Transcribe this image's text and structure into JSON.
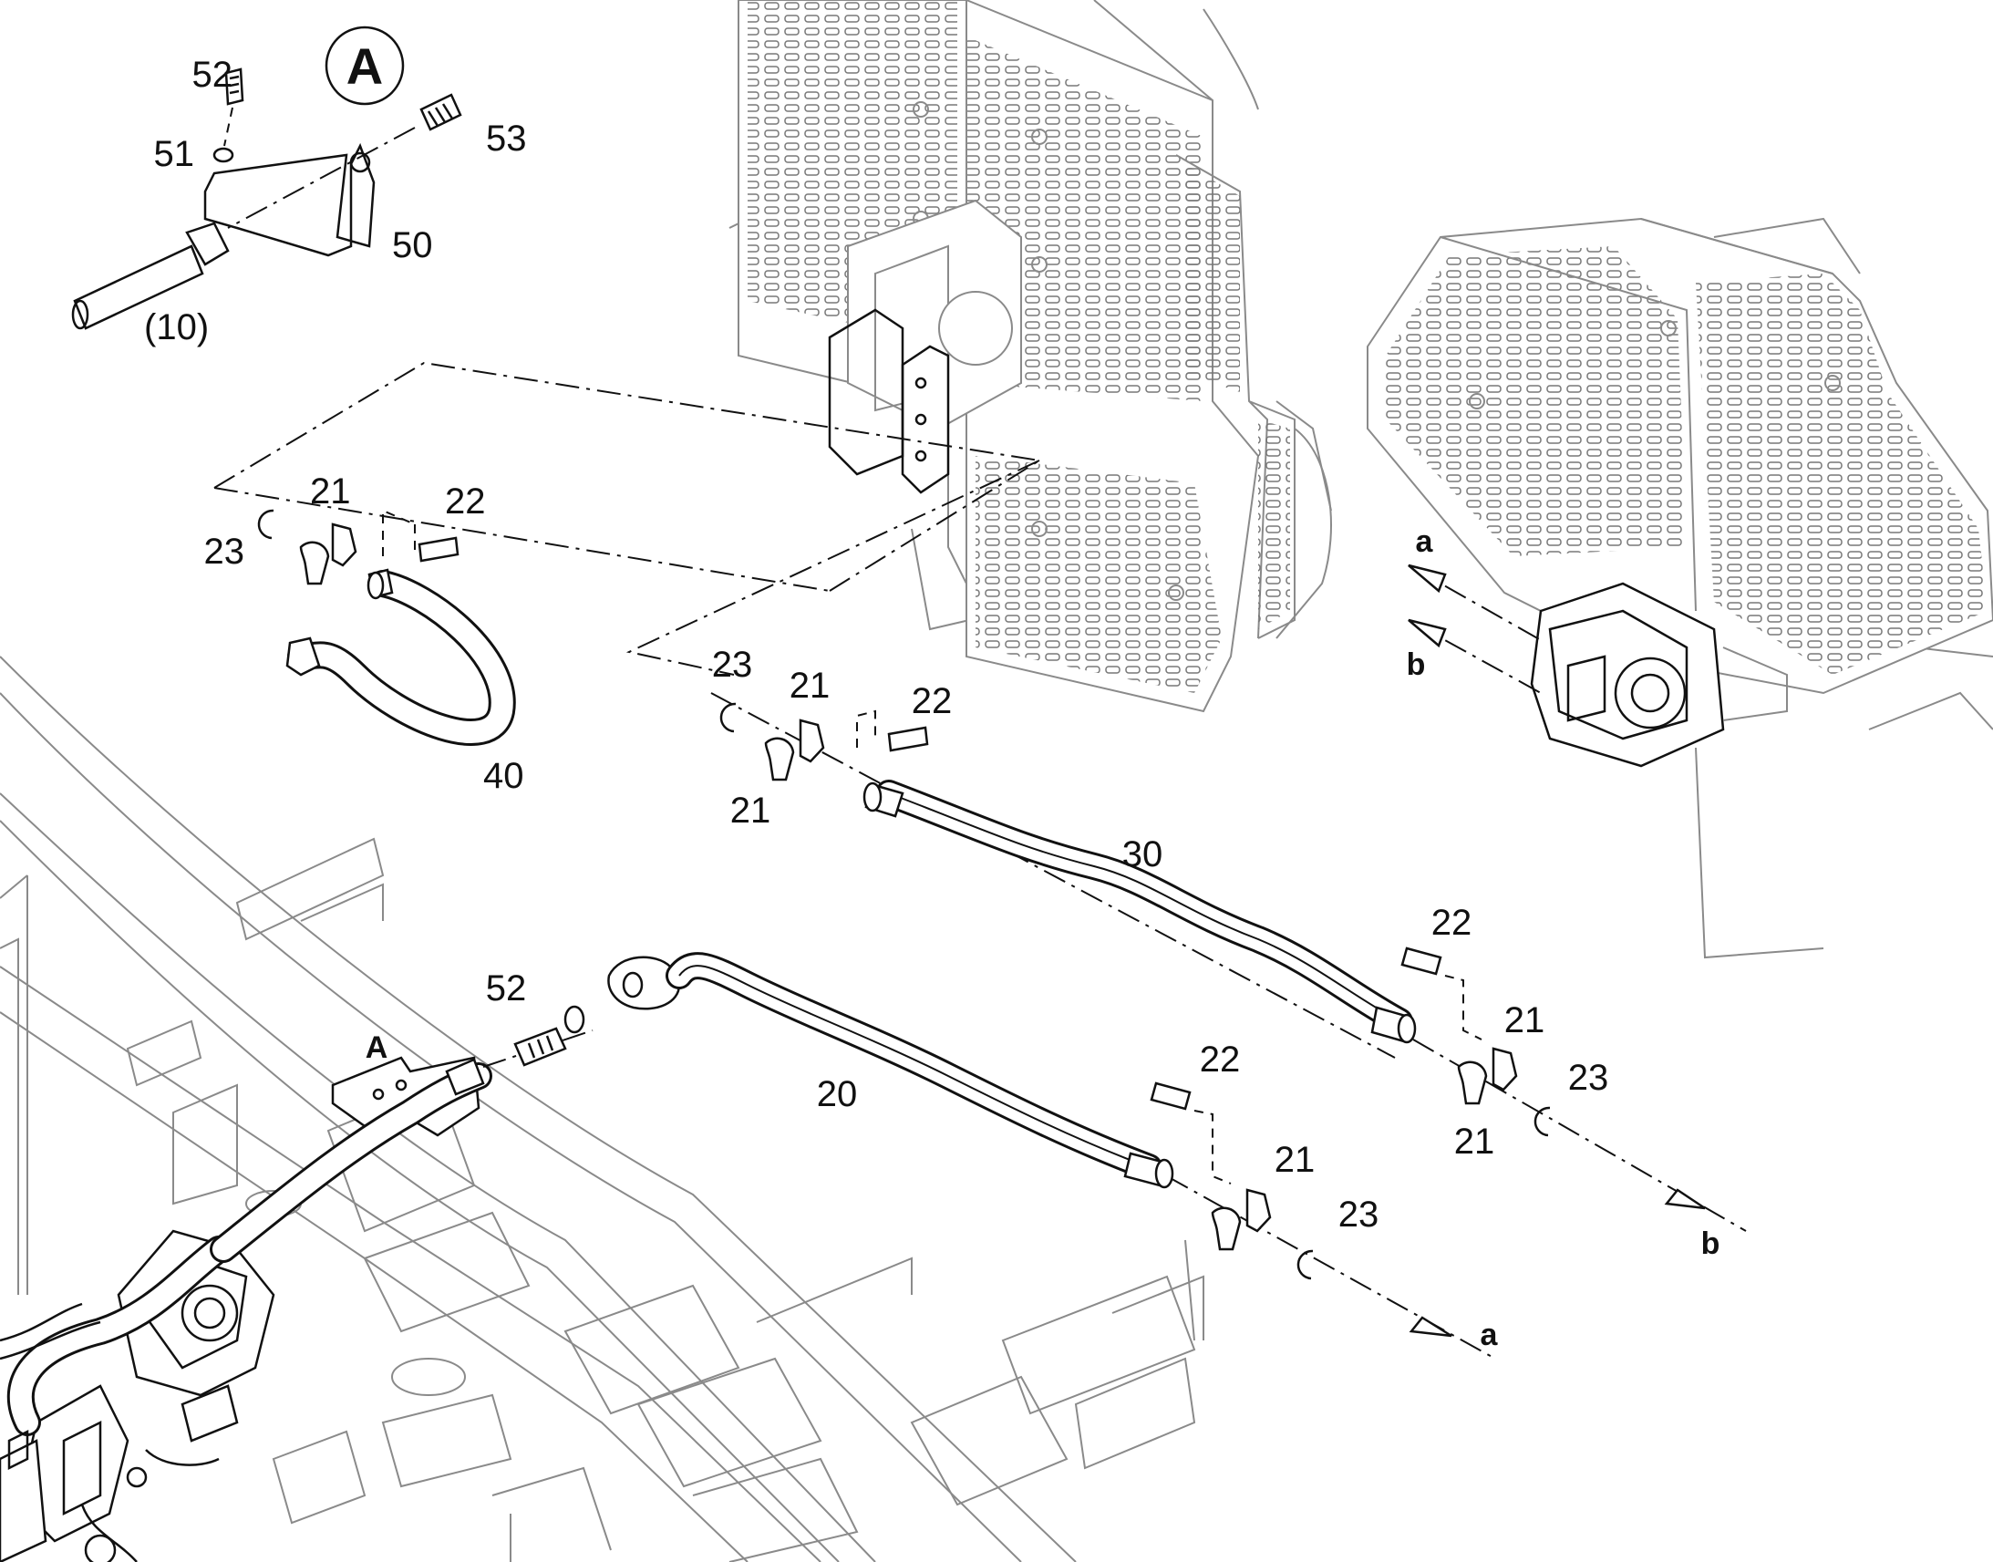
{
  "detail": {
    "callout": "A",
    "labels": {
      "p52": "52",
      "p51": "51",
      "p53": "53",
      "p50": "50",
      "p10": "(10)"
    }
  },
  "hose40_group": {
    "p23": "23",
    "p21": "21",
    "p22": "22",
    "p40": "40"
  },
  "hose30_group": {
    "p23": "23",
    "p21a": "21",
    "p22": "22",
    "p21b": "21",
    "p30": "30"
  },
  "hose30_end": {
    "p22": "22",
    "p21a": "21",
    "p23": "23",
    "p21b": "21"
  },
  "hose20_group": {
    "p52": "52",
    "p20": "20",
    "pA": "A"
  },
  "hose20_end": {
    "p22": "22",
    "p21": "21",
    "p23": "23"
  },
  "arrows": {
    "a_top": "a",
    "b_top": "b",
    "b_bottom": "b",
    "a_bottom": "a"
  }
}
